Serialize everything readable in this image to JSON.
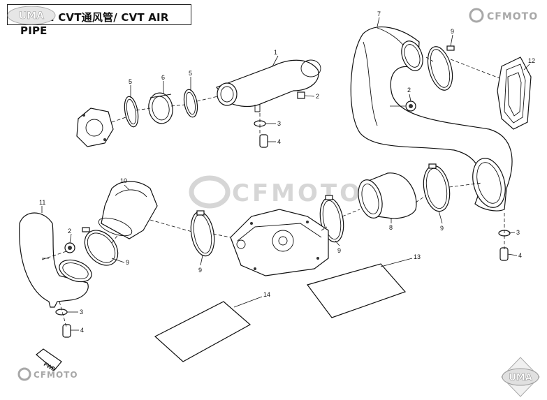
{
  "header": {
    "title": "F00-2 CVT通风管/ CVT AIR PIPE"
  },
  "watermarks": {
    "brand_center": "CFMOTO",
    "brand_top_right": "CFMOTO",
    "brand_bottom_left": "CFMOTO",
    "logo_top_left": "UMA",
    "logo_bottom_right": "UMA"
  },
  "callouts": [
    "1",
    "2",
    "2",
    "2",
    "3",
    "3",
    "3",
    "4",
    "4",
    "4",
    "5",
    "5",
    "6",
    "7",
    "8",
    "9",
    "9",
    "9",
    "9",
    "9",
    "10",
    "11",
    "12",
    "13",
    "14"
  ],
  "direction_marker": "FWD"
}
